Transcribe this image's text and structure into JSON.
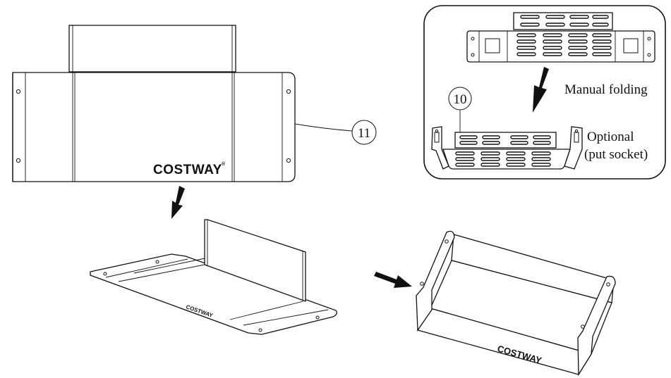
{
  "brand": "COSTWAY",
  "brand_mark": "®",
  "callouts": {
    "part_11": "11",
    "part_10": "10"
  },
  "inset": {
    "manual_folding": "Manual folding",
    "optional": "Optional",
    "put_socket": "(put socket)"
  }
}
